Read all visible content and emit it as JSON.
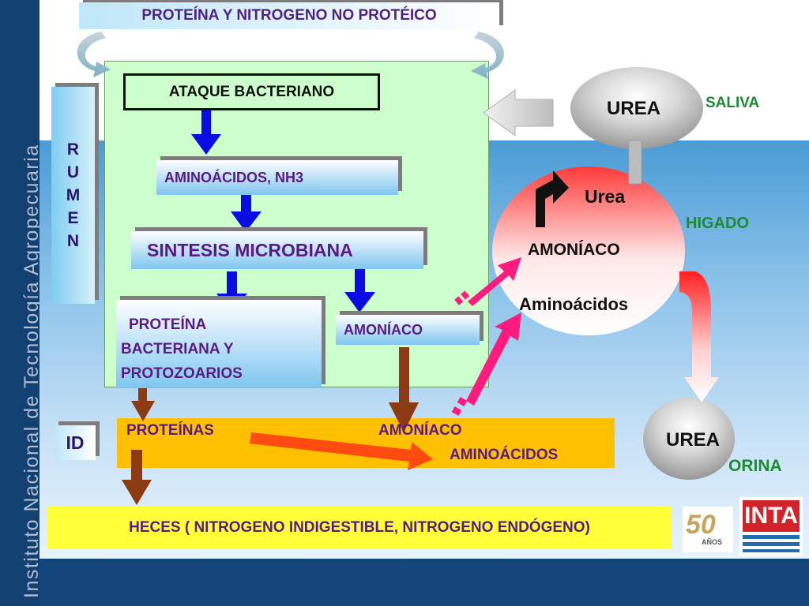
{
  "sidebar": {
    "vertical_text": "Instituto Nacional de Tecnología Agropecuaria"
  },
  "title": "PROTEÍNA Y NITROGENO NO PROTÉICO",
  "rumen": {
    "letters": [
      "R",
      "U",
      "M",
      "E",
      "N"
    ]
  },
  "rumen_flow": {
    "ataque": "ATAQUE BACTERIANO",
    "aminoacidos_nh3": "AMINOÁCIDOS, NH3",
    "sintesis": "SINTESIS MICROBIANA",
    "proteina_line1": "PROTEÍNA",
    "proteina_line2": "BACTERIANA Y",
    "proteina_line3": "PROTOZOARIOS",
    "amoniaco": "AMONÍACO"
  },
  "intestine": {
    "id_label": "ID",
    "proteinas": "PROTEÍNAS",
    "amoniaco": "AMONÍACO",
    "aminoacidos": "AMINOÁCIDOS"
  },
  "heces": "HECES ( NITROGENO INDIGESTIBLE, NITROGENO ENDÓGENO)",
  "liver": {
    "urea_top": "UREA",
    "saliva": "SALIVA",
    "urea_inner": "Urea",
    "higado": "HIGADO",
    "amoniaco": "AMONÍACO",
    "aminoacidos": "Aminoácidos",
    "urea_bottom": "UREA",
    "orina": "ORINA"
  },
  "logos": {
    "anniversary_number": "50",
    "anniversary_word": "AÑOS",
    "inta": "INTA"
  },
  "colors": {
    "panel_green": "#ccffcc",
    "strip_yellow": "#ffc000",
    "heces_yellow": "#ffff3a",
    "text_purple": "#5a1a82",
    "label_green": "#1d8a34",
    "arrow_blue": "#0b0be6",
    "arrow_brown": "#8b3a12",
    "arrow_magenta": "#ff1c7e",
    "arrow_orange": "#ff4a10"
  }
}
